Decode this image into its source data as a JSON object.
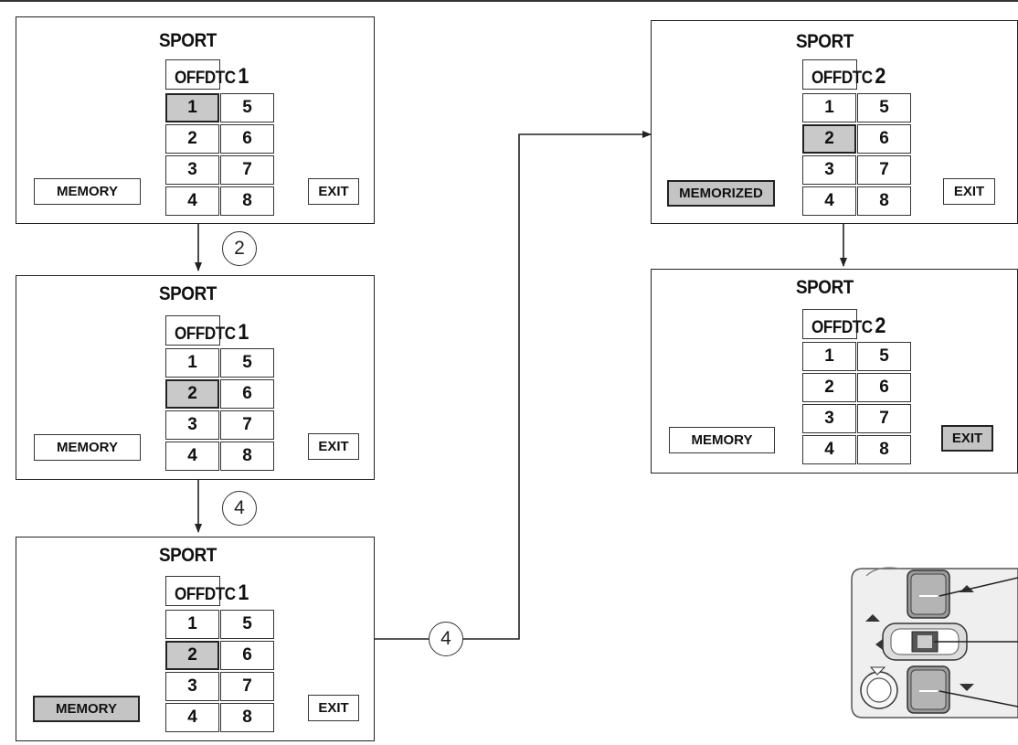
{
  "panels": [
    {
      "title": "SPORT",
      "off_label": "OFFDTC",
      "dtc_number": "1",
      "cells": [
        "1",
        "5",
        "2",
        "6",
        "3",
        "7",
        "4",
        "8"
      ],
      "selected": "1",
      "memory_label": "MEMORY",
      "memory_active": false,
      "exit_label": "EXIT",
      "exit_active": false
    },
    {
      "title": "SPORT",
      "off_label": "OFFDTC",
      "dtc_number": "1",
      "cells": [
        "1",
        "5",
        "2",
        "6",
        "3",
        "7",
        "4",
        "8"
      ],
      "selected": "2",
      "memory_label": "MEMORY",
      "memory_active": false,
      "exit_label": "EXIT",
      "exit_active": false
    },
    {
      "title": "SPORT",
      "off_label": "OFFDTC",
      "dtc_number": "1",
      "cells": [
        "1",
        "5",
        "2",
        "6",
        "3",
        "7",
        "4",
        "8"
      ],
      "selected": "2",
      "memory_label": "MEMORY",
      "memory_active": true,
      "exit_label": "EXIT",
      "exit_active": false
    },
    {
      "title": "SPORT",
      "off_label": "OFFDTC",
      "dtc_number": "2",
      "cells": [
        "1",
        "5",
        "2",
        "6",
        "3",
        "7",
        "4",
        "8"
      ],
      "selected": "2",
      "memory_label": "MEMORIZED",
      "memory_active": true,
      "exit_label": "EXIT",
      "exit_active": false
    },
    {
      "title": "SPORT",
      "off_label": "OFFDTC",
      "dtc_number": "2",
      "cells": [
        "1",
        "5",
        "2",
        "6",
        "3",
        "7",
        "4",
        "8"
      ],
      "selected": "",
      "memory_label": "MEMORY",
      "memory_active": false,
      "exit_label": "EXIT",
      "exit_active": true
    }
  ],
  "steps": [
    "2",
    "4",
    "4"
  ],
  "colors": {
    "selected_fill": "#c9c9c9",
    "line": "#222222"
  },
  "icons": {
    "switch": "handlebar-switch-icon"
  }
}
